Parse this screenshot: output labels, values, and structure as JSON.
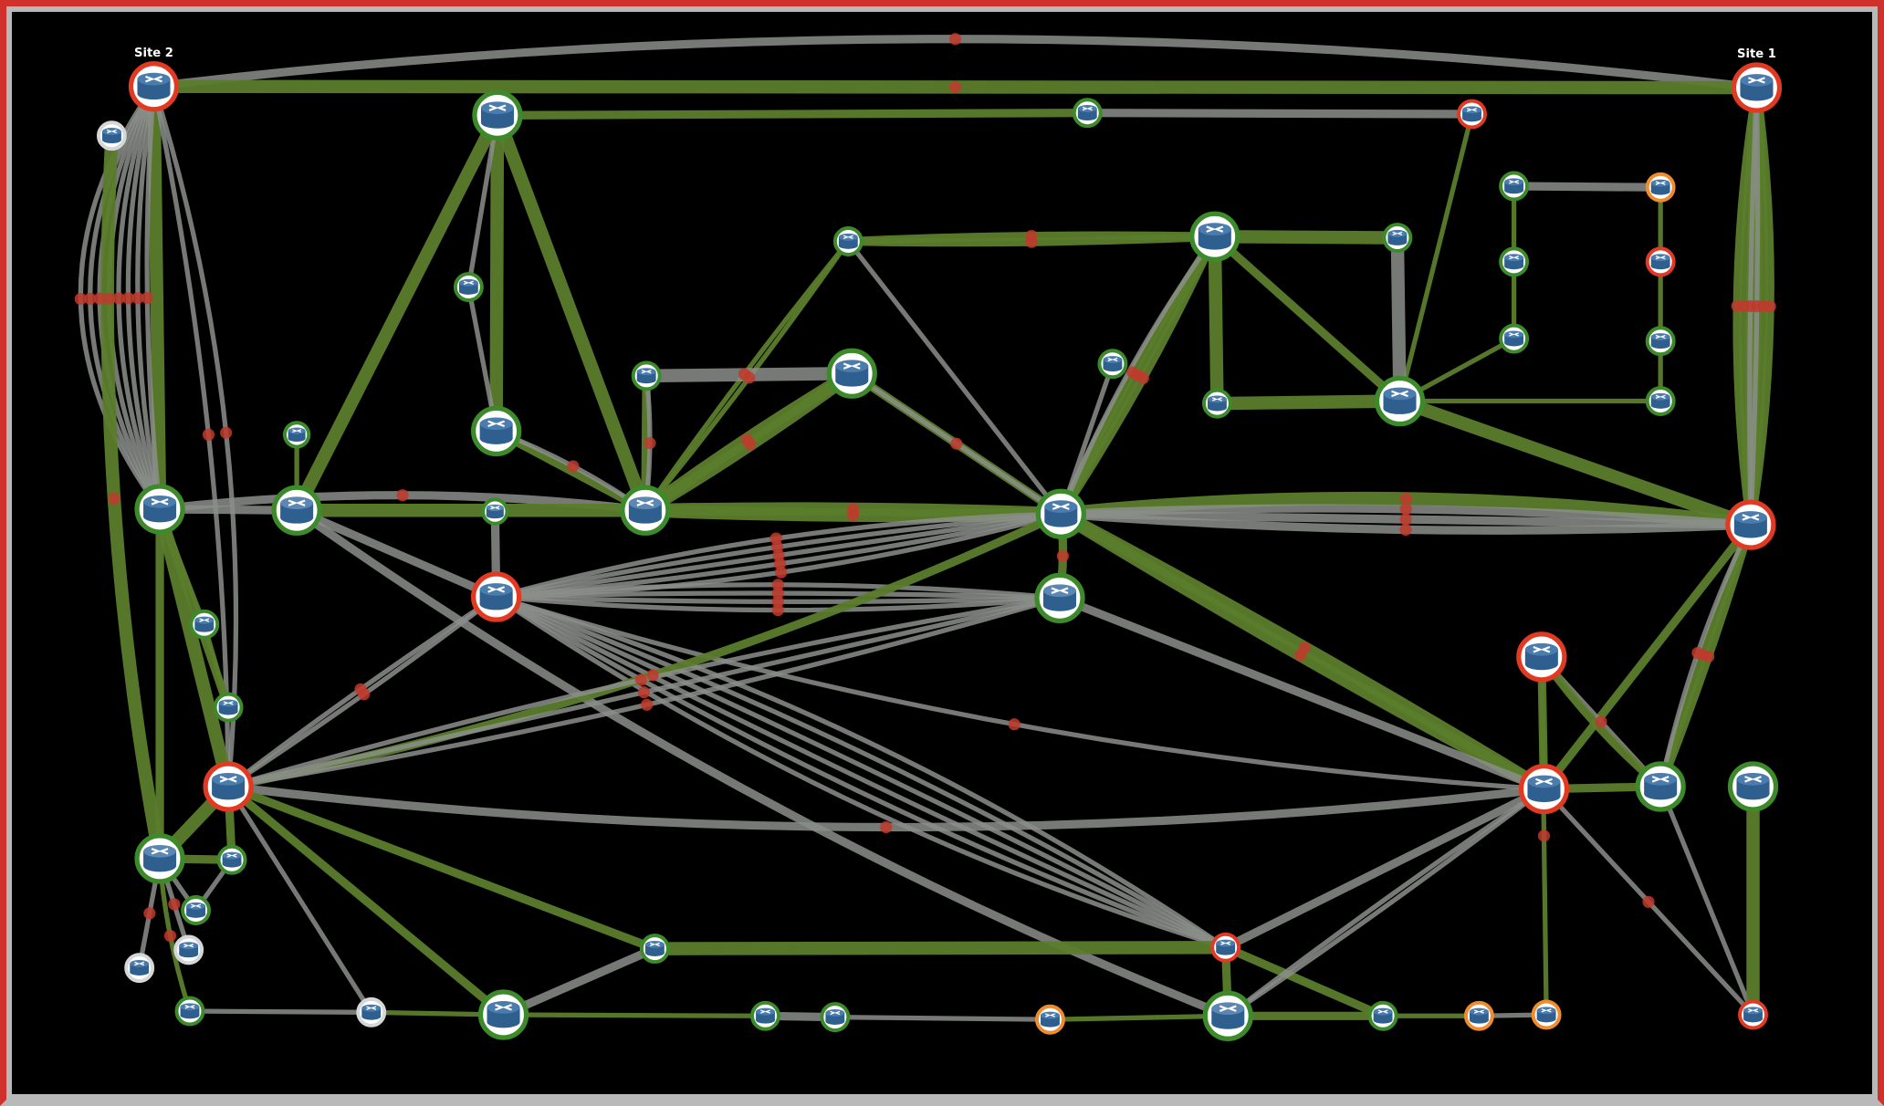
{
  "colors": {
    "link_up": "#5b7d2c",
    "link_up_light": "#7fa845",
    "link_unknown": "#8b8e89",
    "alarm_dot": "#c0392b",
    "ring_critical": "#e23a22",
    "ring_ok": "#3d8a2b",
    "ring_warning": "#f08c2c",
    "ring_unmanaged": "#d4d6d8",
    "device_body": "#3f6f9e"
  },
  "nodes": [
    {
      "id": "n1",
      "status": "critical",
      "size": "big",
      "label": "Site 2"
    },
    {
      "id": "n2",
      "status": "unmanaged",
      "size": "small"
    },
    {
      "id": "n3",
      "status": "ok",
      "size": "big"
    },
    {
      "id": "n4",
      "status": "ok",
      "size": "small"
    },
    {
      "id": "n5",
      "status": "critical",
      "size": "small"
    },
    {
      "id": "n6",
      "status": "critical",
      "size": "big",
      "label": "Site 1"
    },
    {
      "id": "n7",
      "status": "ok",
      "size": "small"
    },
    {
      "id": "n8",
      "status": "ok",
      "size": "big"
    },
    {
      "id": "n9",
      "status": "ok",
      "size": "small"
    },
    {
      "id": "n10",
      "status": "ok",
      "size": "small"
    },
    {
      "id": "n11",
      "status": "warning",
      "size": "small"
    },
    {
      "id": "n12",
      "status": "ok",
      "size": "small"
    },
    {
      "id": "n13",
      "status": "critical",
      "size": "small"
    },
    {
      "id": "n14",
      "status": "ok",
      "size": "small"
    },
    {
      "id": "n15",
      "status": "ok",
      "size": "small"
    },
    {
      "id": "n16",
      "status": "ok",
      "size": "small"
    },
    {
      "id": "n17",
      "status": "ok",
      "size": "small"
    },
    {
      "id": "n18",
      "status": "ok",
      "size": "small"
    },
    {
      "id": "n19",
      "status": "ok",
      "size": "small"
    },
    {
      "id": "n20",
      "status": "ok",
      "size": "big"
    },
    {
      "id": "n21",
      "status": "ok",
      "size": "small"
    },
    {
      "id": "n22",
      "status": "ok",
      "size": "big"
    },
    {
      "id": "n23",
      "status": "ok",
      "size": "big"
    },
    {
      "id": "n24",
      "status": "ok",
      "size": "tiny"
    },
    {
      "id": "n25",
      "status": "ok",
      "size": "big"
    },
    {
      "id": "n26",
      "status": "ok",
      "size": "big",
      "white": true
    },
    {
      "id": "n27",
      "status": "ok",
      "size": "tiny",
      "white": true
    },
    {
      "id": "n28",
      "status": "ok",
      "size": "big",
      "white": true
    },
    {
      "id": "n29",
      "status": "ok",
      "size": "big"
    },
    {
      "id": "n30",
      "status": "critical",
      "size": "big"
    },
    {
      "id": "n31",
      "status": "critical",
      "size": "big"
    },
    {
      "id": "n32",
      "status": "ok",
      "size": "big",
      "white": true
    },
    {
      "id": "n33",
      "status": "ok",
      "size": "small"
    },
    {
      "id": "n34",
      "status": "ok",
      "size": "small"
    },
    {
      "id": "n35",
      "status": "critical",
      "size": "big"
    },
    {
      "id": "n36",
      "status": "critical",
      "size": "big"
    },
    {
      "id": "n37",
      "status": "ok",
      "size": "big"
    },
    {
      "id": "n38",
      "status": "ok",
      "size": "big"
    },
    {
      "id": "n39",
      "status": "critical",
      "size": "big"
    },
    {
      "id": "n40",
      "status": "ok",
      "size": "big",
      "white": true
    },
    {
      "id": "n41",
      "status": "ok",
      "size": "small"
    },
    {
      "id": "n42",
      "status": "ok",
      "size": "small"
    },
    {
      "id": "n43",
      "status": "unmanaged",
      "size": "small"
    },
    {
      "id": "n44",
      "status": "unmanaged",
      "size": "small"
    },
    {
      "id": "n45",
      "status": "ok",
      "size": "small"
    },
    {
      "id": "n46",
      "status": "critical",
      "size": "small"
    },
    {
      "id": "n47",
      "status": "ok",
      "size": "small"
    },
    {
      "id": "n48",
      "status": "unmanaged",
      "size": "small"
    },
    {
      "id": "n49",
      "status": "ok",
      "size": "big"
    },
    {
      "id": "n50",
      "status": "ok",
      "size": "small"
    },
    {
      "id": "n51",
      "status": "ok",
      "size": "small"
    },
    {
      "id": "n52",
      "status": "warning",
      "size": "small"
    },
    {
      "id": "n53",
      "status": "ok",
      "size": "big",
      "white": true
    },
    {
      "id": "n54",
      "status": "ok",
      "size": "small"
    },
    {
      "id": "n55",
      "status": "warning",
      "size": "small"
    },
    {
      "id": "n56",
      "status": "warning",
      "size": "small"
    },
    {
      "id": "n57",
      "status": "critical",
      "size": "small"
    }
  ],
  "links": [
    {
      "a": "n1",
      "b": "n6",
      "status": "unknown",
      "weight": 2,
      "count": 1,
      "alarm": true,
      "bend": -1
    },
    {
      "a": "n1",
      "b": "n6",
      "status": "up",
      "weight": 3,
      "count": 1,
      "alarm": true
    },
    {
      "a": "n1",
      "b": "n25",
      "status": "up",
      "weight": 3,
      "count": 1
    },
    {
      "a": "n1",
      "b": "n25",
      "status": "unknown",
      "weight": 1,
      "count": 8,
      "alarm": true,
      "fan": "right"
    },
    {
      "a": "n2",
      "b": "n40",
      "status": "up",
      "weight": 3,
      "count": 1,
      "alarm": true,
      "bend": 1
    },
    {
      "a": "n1",
      "b": "n36",
      "status": "unknown",
      "weight": 1,
      "count": 2,
      "alarm": true,
      "fan": "left"
    },
    {
      "a": "n3",
      "b": "n4",
      "status": "up",
      "weight": 2,
      "count": 1
    },
    {
      "a": "n4",
      "b": "n5",
      "status": "unknown",
      "weight": 2,
      "count": 1
    },
    {
      "a": "n3",
      "b": "n23",
      "status": "up",
      "weight": 3,
      "count": 1
    },
    {
      "a": "n3",
      "b": "n17",
      "status": "unknown",
      "weight": 1,
      "count": 1
    },
    {
      "a": "n17",
      "b": "n23",
      "status": "unknown",
      "weight": 1,
      "count": 1
    },
    {
      "a": "n3",
      "b": "n26",
      "status": "up",
      "weight": 3,
      "count": 1
    },
    {
      "a": "n3",
      "b": "n28",
      "status": "up",
      "weight": 3,
      "count": 1
    },
    {
      "a": "n5",
      "b": "n20",
      "status": "up",
      "weight": 1,
      "count": 1
    },
    {
      "a": "n6",
      "b": "n30",
      "status": "up",
      "weight": 2,
      "count": 6,
      "alarm": true,
      "fan": "both"
    },
    {
      "a": "n6",
      "b": "n30",
      "status": "unknown",
      "weight": 1,
      "count": 2,
      "fan": "both"
    },
    {
      "a": "n7",
      "b": "n8",
      "status": "up",
      "weight": 2,
      "count": 2,
      "alarm": true,
      "fan": "both"
    },
    {
      "a": "n7",
      "b": "n28",
      "status": "up",
      "weight": 1,
      "count": 2,
      "alarm": true,
      "fan": "both"
    },
    {
      "a": "n7",
      "b": "n29",
      "status": "unknown",
      "weight": 1,
      "count": 1
    },
    {
      "a": "n8",
      "b": "n9",
      "status": "up",
      "weight": 3,
      "count": 1
    },
    {
      "a": "n8",
      "b": "n19",
      "status": "up",
      "weight": 3,
      "count": 1
    },
    {
      "a": "n19",
      "b": "n20",
      "status": "up",
      "weight": 3,
      "count": 1
    },
    {
      "a": "n9",
      "b": "n20",
      "status": "unknown",
      "weight": 3,
      "count": 1
    },
    {
      "a": "n8",
      "b": "n20",
      "status": "up",
      "weight": 2,
      "count": 1
    },
    {
      "a": "n8",
      "b": "n29",
      "status": "up",
      "weight": 2,
      "count": 3,
      "alarm": true,
      "fan": "both"
    },
    {
      "a": "n8",
      "b": "n29",
      "status": "unknown",
      "weight": 1,
      "count": 1,
      "bend": 1
    },
    {
      "a": "n18",
      "b": "n29",
      "status": "unknown",
      "weight": 1,
      "count": 1
    },
    {
      "a": "n10",
      "b": "n11",
      "status": "unknown",
      "weight": 2,
      "count": 1
    },
    {
      "a": "n10",
      "b": "n12",
      "status": "up",
      "weight": 1,
      "count": 1
    },
    {
      "a": "n12",
      "b": "n14",
      "status": "up",
      "weight": 1,
      "count": 1
    },
    {
      "a": "n14",
      "b": "n20",
      "status": "up",
      "weight": 1,
      "count": 1
    },
    {
      "a": "n11",
      "b": "n13",
      "status": "up",
      "weight": 1,
      "count": 1
    },
    {
      "a": "n13",
      "b": "n15",
      "status": "up",
      "weight": 1,
      "count": 1
    },
    {
      "a": "n15",
      "b": "n16",
      "status": "up",
      "weight": 1,
      "count": 1
    },
    {
      "a": "n16",
      "b": "n20",
      "status": "up",
      "weight": 1,
      "count": 1
    },
    {
      "a": "n20",
      "b": "n30",
      "status": "up",
      "weight": 3,
      "count": 1
    },
    {
      "a": "n21",
      "b": "n22",
      "status": "unknown",
      "weight": 3,
      "count": 1
    },
    {
      "a": "n21",
      "b": "n28",
      "status": "up",
      "weight": 2,
      "count": 1
    },
    {
      "a": "n21",
      "b": "n28",
      "status": "unknown",
      "weight": 1,
      "count": 1,
      "alarm": true,
      "bend": -1
    },
    {
      "a": "n22",
      "b": "n28",
      "status": "up",
      "weight": 3,
      "count": 2,
      "alarm": true,
      "fan": "both"
    },
    {
      "a": "n22",
      "b": "n29",
      "status": "up",
      "weight": 2,
      "count": 1
    },
    {
      "a": "n22",
      "b": "n29",
      "status": "unknown",
      "weight": 1,
      "count": 1,
      "alarm": true
    },
    {
      "a": "n23",
      "b": "n28",
      "status": "up",
      "weight": 2,
      "count": 1
    },
    {
      "a": "n23",
      "b": "n28",
      "status": "unknown",
      "weight": 1,
      "count": 1,
      "alarm": true,
      "bend": -1
    },
    {
      "a": "n24",
      "b": "n26",
      "status": "up",
      "weight": 1,
      "count": 1
    },
    {
      "a": "n25",
      "b": "n26",
      "status": "unknown",
      "weight": 2,
      "count": 1
    },
    {
      "a": "n25",
      "b": "n28",
      "status": "unknown",
      "weight": 2,
      "count": 1,
      "alarm": true,
      "bend": -1
    },
    {
      "a": "n26",
      "b": "n28",
      "status": "up",
      "weight": 3,
      "count": 1
    },
    {
      "a": "n28",
      "b": "n29",
      "status": "up",
      "weight": 3,
      "count": 2,
      "alarm": true,
      "fan": "both"
    },
    {
      "a": "n29",
      "b": "n30",
      "status": "up",
      "weight": 3,
      "count": 1,
      "alarm": true,
      "bend": -1
    },
    {
      "a": "n29",
      "b": "n30",
      "status": "unknown",
      "weight": 2,
      "count": 3,
      "alarm": true,
      "fan": "both"
    },
    {
      "a": "n25",
      "b": "n36",
      "status": "up",
      "weight": 3,
      "count": 1
    },
    {
      "a": "n25",
      "b": "n34",
      "status": "up",
      "weight": 2,
      "count": 1
    },
    {
      "a": "n25",
      "b": "n33",
      "status": "up",
      "weight": 1,
      "count": 1
    },
    {
      "a": "n33",
      "b": "n34",
      "status": "up",
      "weight": 1,
      "count": 1
    },
    {
      "a": "n25",
      "b": "n40",
      "status": "up",
      "weight": 2,
      "count": 1
    },
    {
      "a": "n26",
      "b": "n31",
      "status": "unknown",
      "weight": 2,
      "count": 1
    },
    {
      "a": "n27",
      "b": "n31",
      "status": "unknown",
      "weight": 2,
      "count": 1
    },
    {
      "a": "n26",
      "b": "n53",
      "status": "unknown",
      "weight": 2,
      "count": 1,
      "bend": 1
    },
    {
      "a": "n31",
      "b": "n29",
      "status": "unknown",
      "weight": 1,
      "count": 5,
      "alarm": true,
      "fan": "both"
    },
    {
      "a": "n31",
      "b": "n32",
      "status": "unknown",
      "weight": 1,
      "count": 4,
      "alarm": true,
      "fan": "both"
    },
    {
      "a": "n31",
      "b": "n36",
      "status": "unknown",
      "weight": 1,
      "count": 2,
      "alarm": true,
      "fan": "both"
    },
    {
      "a": "n31",
      "b": "n46",
      "status": "unknown",
      "weight": 1,
      "count": 6,
      "fan": "both"
    },
    {
      "a": "n31",
      "b": "n39",
      "status": "unknown",
      "weight": 1,
      "count": 1,
      "alarm": true,
      "bend": 1
    },
    {
      "a": "n29",
      "b": "n32",
      "status": "up",
      "weight": 2,
      "count": 1,
      "alarm": true,
      "bend": -1
    },
    {
      "a": "n29",
      "b": "n39",
      "status": "up",
      "weight": 3,
      "count": 2,
      "alarm": true,
      "fan": "both"
    },
    {
      "a": "n32",
      "b": "n39",
      "status": "unknown",
      "weight": 2,
      "count": 1
    },
    {
      "a": "n30",
      "b": "n39",
      "status": "up",
      "weight": 2,
      "count": 1
    },
    {
      "a": "n30",
      "b": "n37",
      "status": "up",
      "weight": 2,
      "count": 2,
      "alarm": true,
      "fan": "both"
    },
    {
      "a": "n30",
      "b": "n37",
      "status": "unknown",
      "weight": 1,
      "count": 1,
      "alarm": true,
      "bend": 1
    },
    {
      "a": "n35",
      "b": "n37",
      "status": "unknown",
      "weight": 1,
      "count": 1,
      "alarm": true
    },
    {
      "a": "n35",
      "b": "n39",
      "status": "up",
      "weight": 2,
      "count": 1
    },
    {
      "a": "n35",
      "b": "n37",
      "status": "up",
      "weight": 2,
      "count": 1,
      "bend": 1
    },
    {
      "a": "n35",
      "b": "n56",
      "status": "up",
      "weight": 1,
      "count": 1,
      "alarm": true
    },
    {
      "a": "n39",
      "b": "n37",
      "status": "up",
      "weight": 2,
      "count": 1
    },
    {
      "a": "n36",
      "b": "n29",
      "status": "up",
      "weight": 2,
      "count": 1,
      "alarm": true,
      "bend": 1
    },
    {
      "a": "n36",
      "b": "n32",
      "status": "unknown",
      "weight": 1,
      "count": 3,
      "alarm": true,
      "fan": "both"
    },
    {
      "a": "n36",
      "b": "n39",
      "status": "unknown",
      "weight": 2,
      "count": 1,
      "alarm": true,
      "bend": 1
    },
    {
      "a": "n36",
      "b": "n40",
      "status": "up",
      "weight": 3,
      "count": 1
    },
    {
      "a": "n36",
      "b": "n41",
      "status": "up",
      "weight": 2,
      "count": 1
    },
    {
      "a": "n36",
      "b": "n45",
      "status": "up",
      "weight": 2,
      "count": 1
    },
    {
      "a": "n36",
      "b": "n49",
      "status": "up",
      "weight": 2,
      "count": 1
    },
    {
      "a": "n36",
      "b": "n48",
      "status": "unknown",
      "weight": 1,
      "count": 1
    },
    {
      "a": "n40",
      "b": "n41",
      "status": "up",
      "weight": 2,
      "count": 1
    },
    {
      "a": "n40",
      "b": "n42",
      "status": "unknown",
      "weight": 1,
      "count": 1
    },
    {
      "a": "n41",
      "b": "n42",
      "status": "unknown",
      "weight": 1,
      "count": 1
    },
    {
      "a": "n40",
      "b": "n43",
      "status": "unknown",
      "weight": 1,
      "count": 1,
      "alarm": true
    },
    {
      "a": "n40",
      "b": "n44",
      "status": "unknown",
      "weight": 1,
      "count": 1,
      "alarm": true
    },
    {
      "a": "n40",
      "b": "n47",
      "status": "up",
      "weight": 1,
      "count": 1,
      "alarm": true,
      "bend": 1
    },
    {
      "a": "n45",
      "b": "n46",
      "status": "up",
      "weight": 3,
      "count": 1
    },
    {
      "a": "n45",
      "b": "n49",
      "status": "unknown",
      "weight": 2,
      "count": 1
    },
    {
      "a": "n46",
      "b": "n53",
      "status": "up",
      "weight": 2,
      "count": 1
    },
    {
      "a": "n46",
      "b": "n54",
      "status": "up",
      "weight": 2,
      "count": 1
    },
    {
      "a": "n46",
      "b": "n39",
      "status": "unknown",
      "weight": 2,
      "count": 1
    },
    {
      "a": "n53",
      "b": "n39",
      "status": "unknown",
      "weight": 1,
      "count": 2,
      "fan": "both"
    },
    {
      "a": "n47",
      "b": "n48",
      "status": "unknown",
      "weight": 1,
      "count": 1
    },
    {
      "a": "n48",
      "b": "n49",
      "status": "up",
      "weight": 1,
      "count": 1
    },
    {
      "a": "n49",
      "b": "n50",
      "status": "up",
      "weight": 1,
      "count": 1
    },
    {
      "a": "n50",
      "b": "n51",
      "status": "unknown",
      "weight": 2,
      "count": 1
    },
    {
      "a": "n51",
      "b": "n52",
      "status": "unknown",
      "weight": 1,
      "count": 1
    },
    {
      "a": "n52",
      "b": "n53",
      "status": "up",
      "weight": 1,
      "count": 1
    },
    {
      "a": "n53",
      "b": "n54",
      "status": "up",
      "weight": 2,
      "count": 1
    },
    {
      "a": "n54",
      "b": "n55",
      "status": "up",
      "weight": 1,
      "count": 1
    },
    {
      "a": "n55",
      "b": "n56",
      "status": "unknown",
      "weight": 1,
      "count": 1
    },
    {
      "a": "n39",
      "b": "n57",
      "status": "unknown",
      "weight": 1,
      "count": 1,
      "alarm": true
    },
    {
      "a": "n37",
      "b": "n57",
      "status": "unknown",
      "weight": 1,
      "count": 1
    },
    {
      "a": "n38",
      "b": "n57",
      "status": "up",
      "weight": 3,
      "count": 1
    }
  ]
}
